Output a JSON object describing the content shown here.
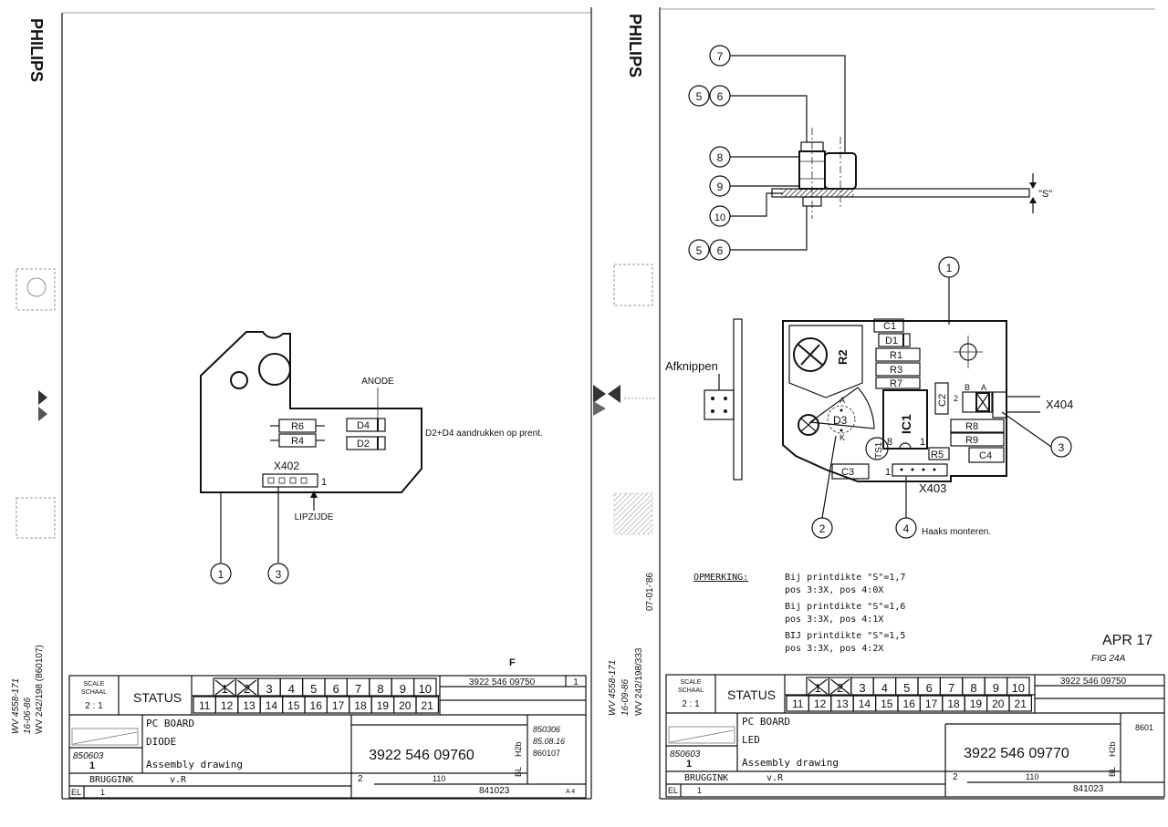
{
  "brand": "PHILIPS",
  "left_sheet": {
    "notes": [
      "ANODE",
      "D2+D4 aandrukken op prent.",
      "LIPZIJDE"
    ],
    "components": [
      "R6",
      "R4",
      "D4",
      "D2"
    ],
    "connector": {
      "name": "X402",
      "pin": "1"
    },
    "callouts": [
      "1",
      "3"
    ],
    "side_stamp": [
      "WV 242/198 (860107)",
      "WV 4558-171",
      "16-06-86"
    ],
    "title_block": {
      "scale_label": "SCALE\nSCHAAL",
      "scale": "2 : 1",
      "status": "STATUS",
      "status_top": [
        "1",
        "2",
        "3",
        "4",
        "5",
        "6",
        "7",
        "8",
        "9",
        "10"
      ],
      "status_bottom": [
        "11",
        "12",
        "13",
        "14",
        "15",
        "16",
        "17",
        "18",
        "19",
        "20",
        "21"
      ],
      "code_top": "3922 546 09750",
      "sheet_count": "1",
      "line1": "PC BOARD",
      "line2": "DIODE",
      "line3": "Assembly drawing",
      "drawing_no": "3922 546 09760",
      "dates": [
        "850306",
        "85.08.16",
        "860107"
      ],
      "h2b": "H2b",
      "bl": "BL",
      "author": "BRUGGINK",
      "checker": "v.R",
      "approval": "850603",
      "page_no": "1",
      "revision": "2",
      "series": "110",
      "el": "EL",
      "el_no": "1",
      "date_bottom": "841023",
      "format": "A 4",
      "mark": "F"
    }
  },
  "right_sheet": {
    "callouts": [
      "7",
      "5",
      "6",
      "8",
      "9",
      "10",
      "5",
      "6",
      "1",
      "2",
      "3",
      "4"
    ],
    "s_label": "\"S\"",
    "afknippen": "Afknippen",
    "components": [
      "C1",
      "D1",
      "R1",
      "R3",
      "R7",
      "R2",
      "C2",
      "IC1",
      "D3",
      "R8",
      "R9",
      "R5",
      "C4",
      "C3",
      "TS1"
    ],
    "pin_labels": [
      "A",
      "K",
      "B",
      "A",
      "2",
      "8",
      "1"
    ],
    "connectors": [
      "X404",
      "X403"
    ],
    "connector_pin": "1",
    "haaks": "Haaks monteren.",
    "opmerking_label": "OPMERKING:",
    "opmerking_lines": [
      "Bij printdikte \"S\"=1,7",
      "pos 3:3X, pos 4:0X",
      "Bij printdikte \"S\"=1,6",
      "pos 3:3X, pos 4:1X",
      "BIJ printdikte \"S\"=1,5",
      "pos 3:3X, pos 4:2X"
    ],
    "stamp": "APR 17",
    "fig": "FIG 24A",
    "side_stamp": [
      "WV 242/198/333",
      "07-01-'86",
      "WV 4558-171",
      "16-09-86"
    ],
    "title_block": {
      "scale_label": "SCALE\nSCHAAL",
      "scale": "2 : 1",
      "status": "STATUS",
      "status_top": [
        "1",
        "2",
        "3",
        "4",
        "5",
        "6",
        "7",
        "8",
        "9",
        "10"
      ],
      "status_bottom": [
        "11",
        "12",
        "13",
        "14",
        "15",
        "16",
        "17",
        "18",
        "19",
        "20",
        "21"
      ],
      "code_top": "3922 546 09750",
      "line1": "PC BOARD",
      "line2": "LED",
      "line3": "Assembly drawing",
      "drawing_no": "3922 546 09770",
      "dates": [
        "8601"
      ],
      "h2b": "H2b",
      "bl": "BL",
      "author": "BRUGGINK",
      "checker": "v.R",
      "approval": "850603",
      "page_no": "1",
      "revision": "2",
      "series": "110",
      "el": "EL",
      "el_no": "1",
      "date_bottom": "841023"
    }
  }
}
